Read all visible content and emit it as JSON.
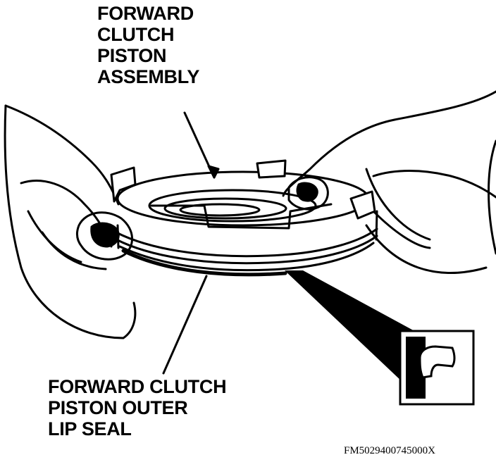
{
  "callouts": {
    "top": {
      "lines": [
        "FORWARD",
        "CLUTCH",
        "PISTON",
        "ASSEMBLY"
      ]
    },
    "bottom": {
      "lines": [
        "FORWARD CLUTCH",
        "PISTON OUTER",
        "LIP SEAL"
      ]
    }
  },
  "figure_code": "FM5029400745000X",
  "colors": {
    "ink": "#000000",
    "paper": "#ffffff"
  }
}
